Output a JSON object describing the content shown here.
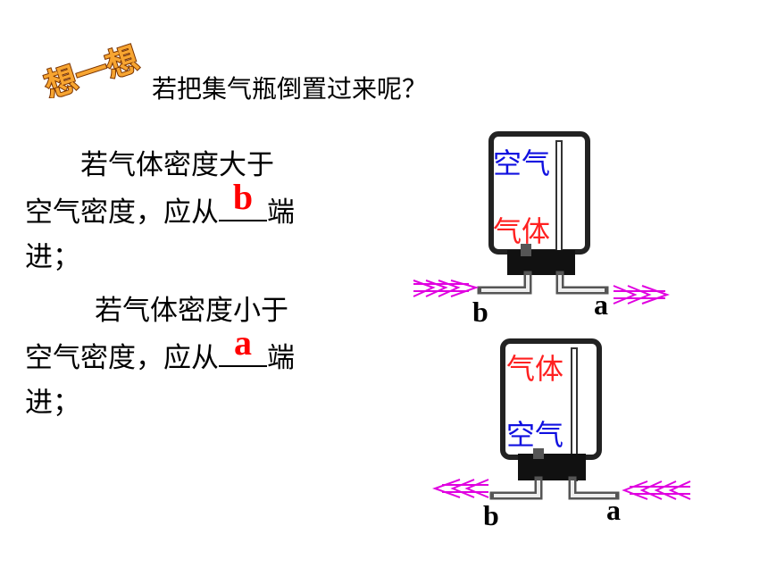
{
  "badge": {
    "text": "想一想"
  },
  "question": "若把集气瓶倒置过来呢？",
  "para1": {
    "line1": "若气体密度大于",
    "line2_prefix": "空气密度，应从",
    "answer": "b",
    "line2_suffix": "端",
    "line3": "进；"
  },
  "para2": {
    "line1": "若气体密度小于",
    "line2_prefix": "空气密度，应从",
    "answer": "a",
    "line2_suffix": "端",
    "line3": "进；"
  },
  "diagram_top": {
    "label_top": "空气",
    "label_bottom": "气体",
    "port_left": "b",
    "port_right": "a"
  },
  "diagram_bottom": {
    "label_top": "气体",
    "label_bottom": "空气",
    "port_left": "b",
    "port_right": "a"
  },
  "colors": {
    "blue": "#1010e0",
    "red": "#ff2020",
    "arrow": "#e000e0",
    "answer": "#ff0000"
  }
}
